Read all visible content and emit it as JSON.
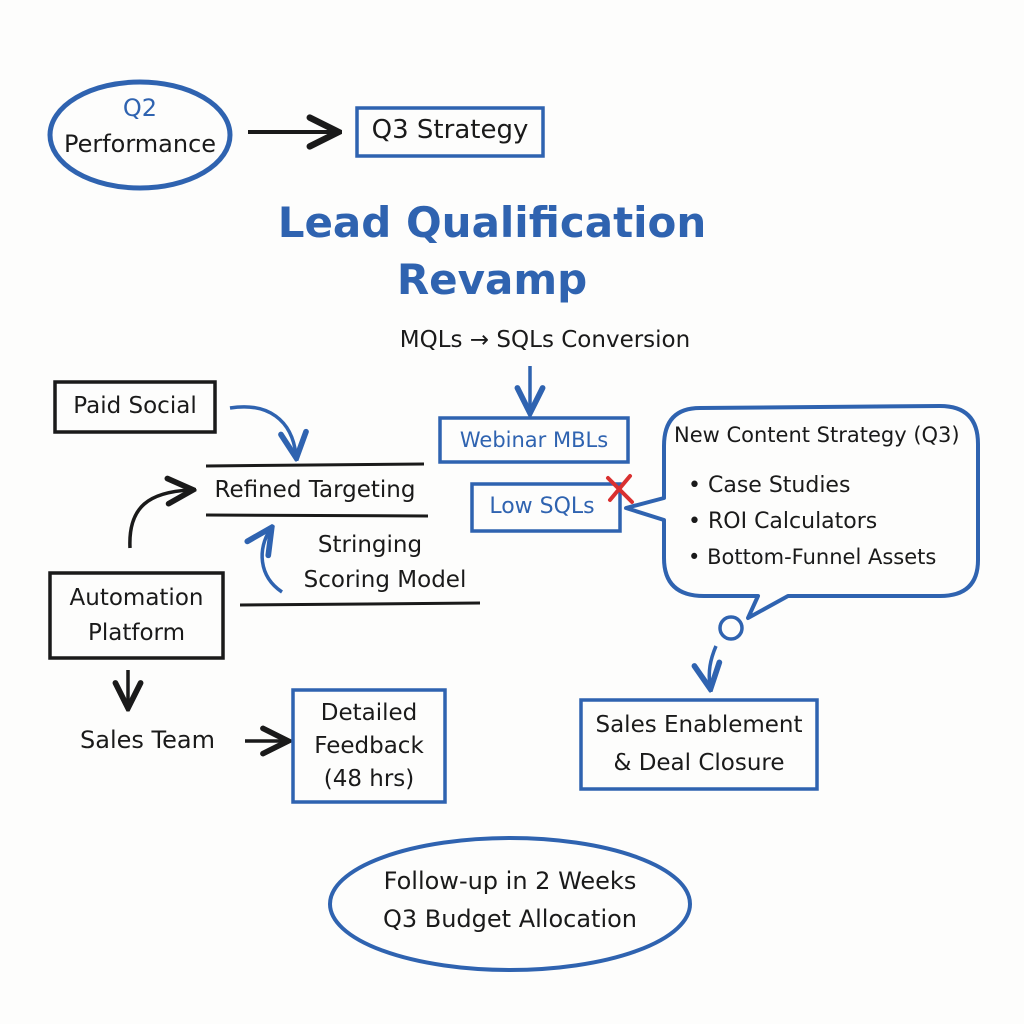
{
  "colors": {
    "ink": "#1a1a1a",
    "blue": "#2f63b0",
    "red": "#d93030",
    "paper": "#fdfdfc"
  },
  "top": {
    "q2_line1": "Q2",
    "q2_line2": "Performance",
    "q3_strategy": "Q3 Strategy"
  },
  "title": {
    "line1": "Lead Qualification",
    "line2": "Revamp"
  },
  "conversion": "MQLs → SQLs Conversion",
  "left": {
    "paid_social": "Paid Social",
    "refined_targeting": "Refined Targeting",
    "scoring_line1": "Stringing",
    "scoring_line2": "Scoring Model",
    "automation_line1": "Automation",
    "automation_line2": "Platform",
    "sales_team": "Sales Team",
    "feedback_line1": "Detailed",
    "feedback_line2": "Feedback",
    "feedback_line3": "(48 hrs)"
  },
  "middle": {
    "webinar": "Webinar MBLs",
    "low_sqls": "Low SQLs"
  },
  "bubble": {
    "heading": "New Content Strategy (Q3)",
    "items": [
      "Case Studies",
      "ROI Calculators",
      "Bottom-Funnel Assets"
    ]
  },
  "enablement": {
    "line1": "Sales Enablement",
    "line2": "& Deal Closure"
  },
  "followup": {
    "line1": "Follow-up in 2 Weeks",
    "line2": "Q3 Budget Allocation"
  }
}
